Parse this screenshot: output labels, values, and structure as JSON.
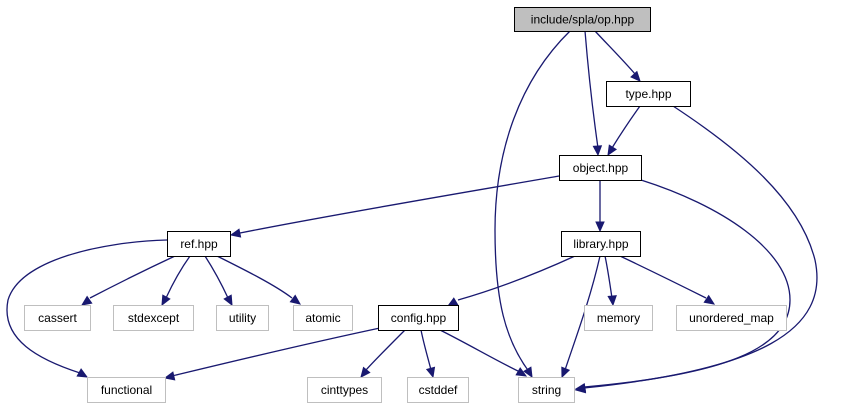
{
  "diagram": {
    "title": "include/spla/op.hpp",
    "colors": {
      "edge": "#191970",
      "root_fill": "#bfbfbf",
      "root_stroke": "#000000",
      "documented_fill": "#ffffff",
      "documented_stroke": "#000000",
      "external_fill": "#ffffff",
      "external_stroke": "#bfbfbf"
    },
    "nodes": [
      {
        "id": "op",
        "label": "include/spla/op.hpp",
        "kind": "root"
      },
      {
        "id": "type",
        "label": "type.hpp",
        "kind": "documented"
      },
      {
        "id": "object",
        "label": "object.hpp",
        "kind": "documented"
      },
      {
        "id": "ref",
        "label": "ref.hpp",
        "kind": "documented"
      },
      {
        "id": "library",
        "label": "library.hpp",
        "kind": "documented"
      },
      {
        "id": "config",
        "label": "config.hpp",
        "kind": "documented"
      },
      {
        "id": "cassert",
        "label": "cassert",
        "kind": "external"
      },
      {
        "id": "stdexcept",
        "label": "stdexcept",
        "kind": "external"
      },
      {
        "id": "utility",
        "label": "utility",
        "kind": "external"
      },
      {
        "id": "atomic",
        "label": "atomic",
        "kind": "external"
      },
      {
        "id": "memory",
        "label": "memory",
        "kind": "external"
      },
      {
        "id": "unordered_map",
        "label": "unordered_map",
        "kind": "external"
      },
      {
        "id": "functional",
        "label": "functional",
        "kind": "external"
      },
      {
        "id": "cinttypes",
        "label": "cinttypes",
        "kind": "external"
      },
      {
        "id": "cstddef",
        "label": "cstddef",
        "kind": "external"
      },
      {
        "id": "string",
        "label": "string",
        "kind": "external"
      }
    ],
    "edges": [
      {
        "from": "op",
        "to": "string"
      },
      {
        "from": "op",
        "to": "object"
      },
      {
        "from": "op",
        "to": "type"
      },
      {
        "from": "type",
        "to": "object"
      },
      {
        "from": "type",
        "to": "string"
      },
      {
        "from": "object",
        "to": "ref"
      },
      {
        "from": "object",
        "to": "library"
      },
      {
        "from": "object",
        "to": "string"
      },
      {
        "from": "ref",
        "to": "functional"
      },
      {
        "from": "ref",
        "to": "cassert"
      },
      {
        "from": "ref",
        "to": "stdexcept"
      },
      {
        "from": "ref",
        "to": "utility"
      },
      {
        "from": "ref",
        "to": "atomic"
      },
      {
        "from": "library",
        "to": "config"
      },
      {
        "from": "library",
        "to": "string"
      },
      {
        "from": "library",
        "to": "memory"
      },
      {
        "from": "library",
        "to": "unordered_map"
      },
      {
        "from": "config",
        "to": "functional"
      },
      {
        "from": "config",
        "to": "cinttypes"
      },
      {
        "from": "config",
        "to": "cstddef"
      },
      {
        "from": "config",
        "to": "string"
      }
    ]
  }
}
